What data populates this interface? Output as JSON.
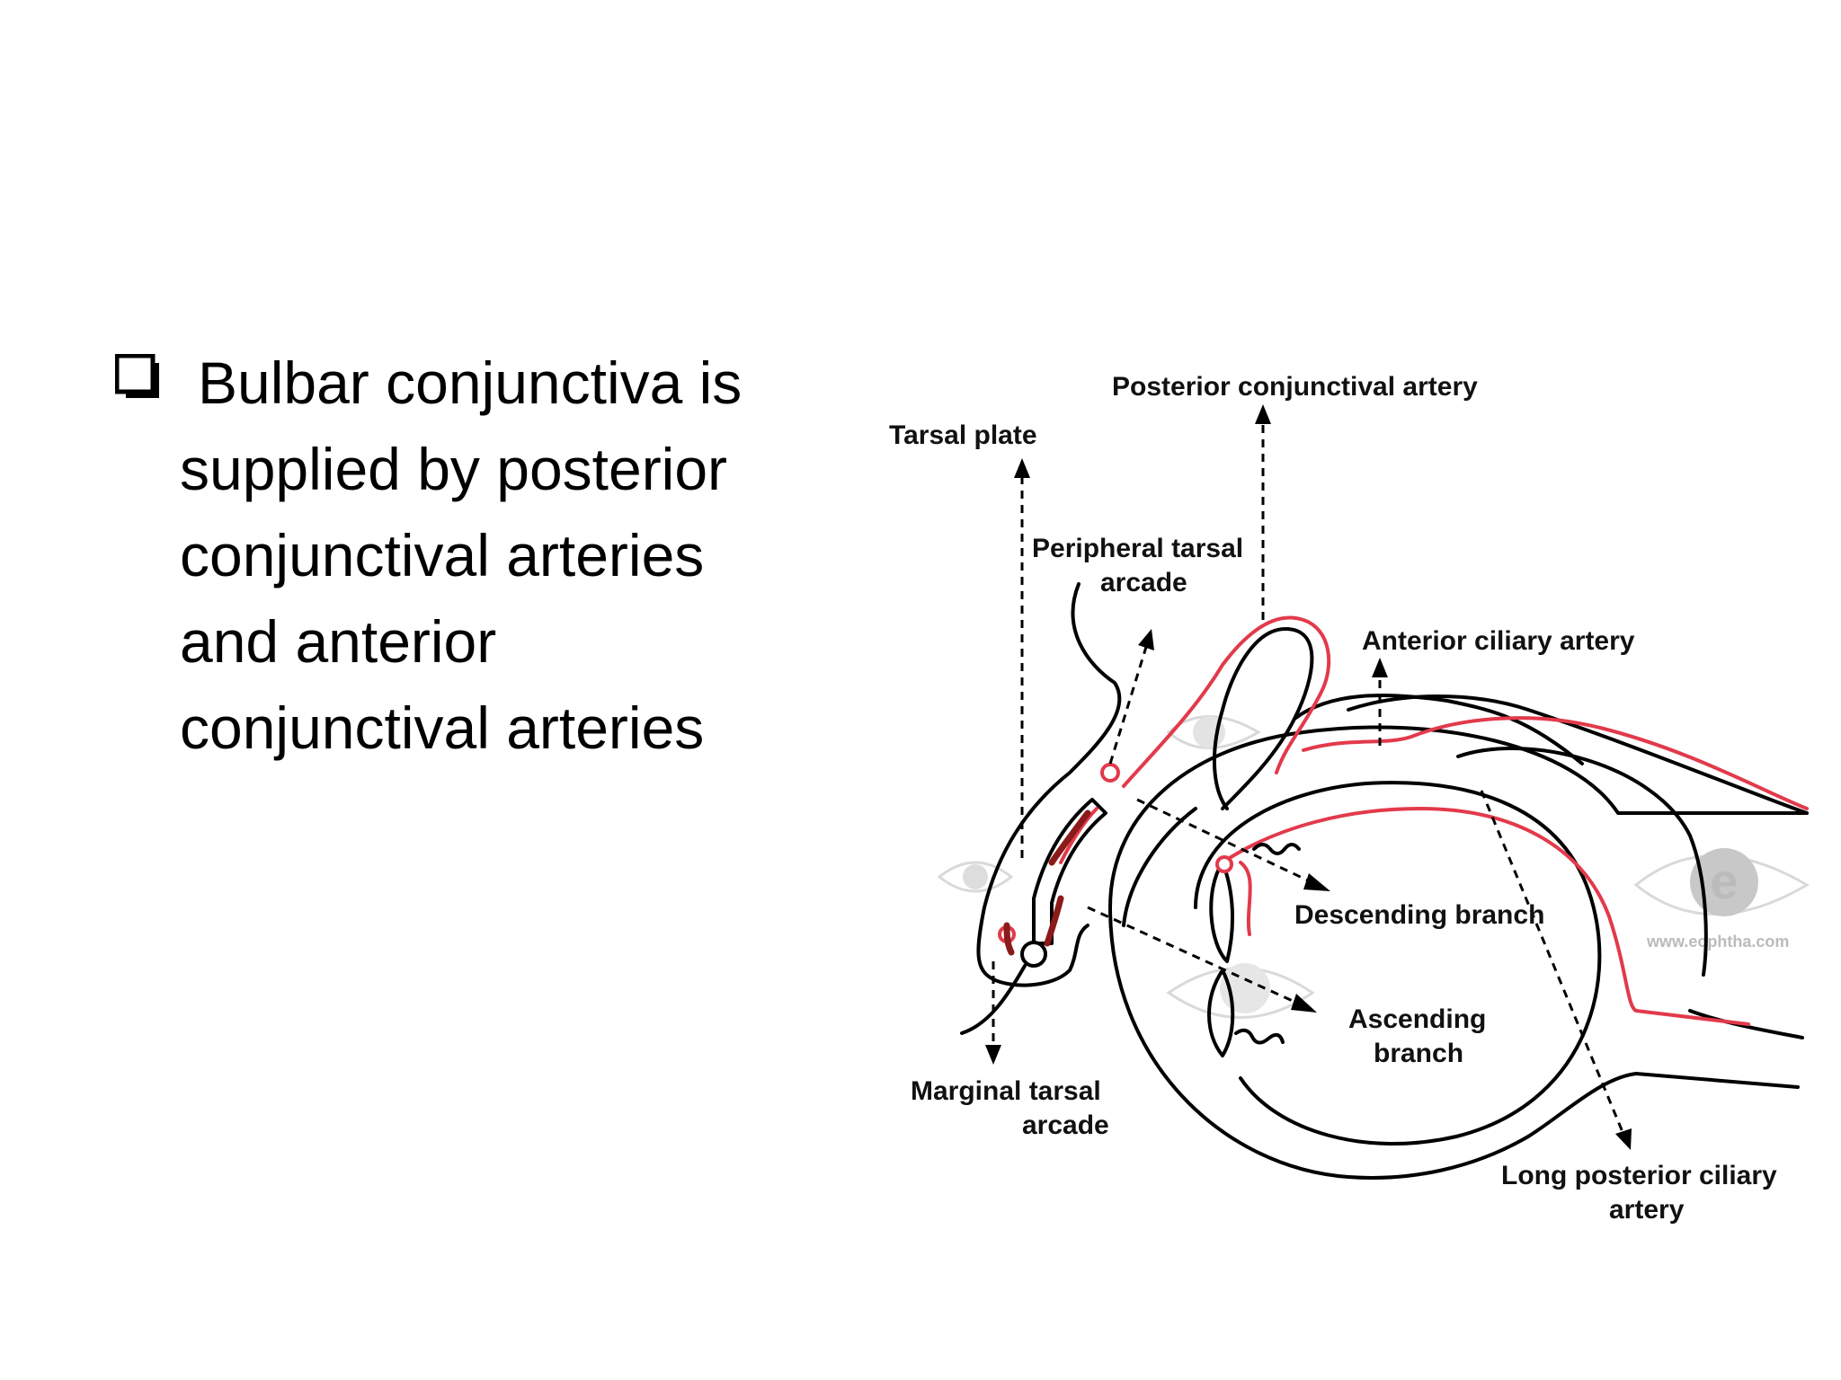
{
  "bullet": {
    "lines": [
      "Bulbar conjunctiva is",
      "supplied by posterior",
      "conjunctival arteries",
      "and anterior",
      "conjunctival arteries"
    ]
  },
  "diagram": {
    "labels": {
      "posterior_conjunctival_artery": "Posterior conjunctival artery",
      "tarsal_plate": "Tarsal plate",
      "peripheral_tarsal_arcade_1": "Peripheral tarsal",
      "peripheral_tarsal_arcade_2": "arcade",
      "anterior_ciliary_artery": "Anterior ciliary artery",
      "descending_branch": "Descending branch",
      "ascending_branch_1": "Ascending",
      "ascending_branch_2": "branch",
      "marginal_tarsal_arcade_1": "Marginal tarsal",
      "marginal_tarsal_arcade_2": "arcade",
      "long_posterior_ciliary_artery_1": "Long posterior ciliary",
      "long_posterior_ciliary_artery_2": "artery"
    },
    "watermark": {
      "letter": "e",
      "url": "www.eophtha.com"
    },
    "colors": {
      "artery": "#e23a4b",
      "outline": "#000000",
      "watermark": "#d9d9d9"
    }
  }
}
